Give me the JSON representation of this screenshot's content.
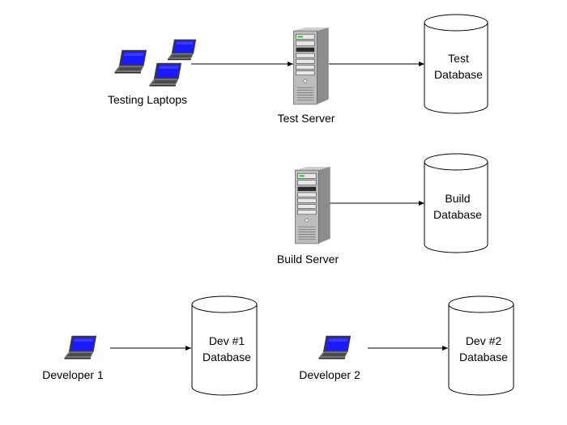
{
  "nodes": {
    "testing_laptops": {
      "label": "Testing Laptops"
    },
    "test_server": {
      "label": "Test Server"
    },
    "test_database": {
      "line1": "Test",
      "line2": "Database"
    },
    "build_server": {
      "label": "Build Server"
    },
    "build_database": {
      "line1": "Build",
      "line2": "Database"
    },
    "developer_1": {
      "label": "Developer 1"
    },
    "dev1_database": {
      "line1": "Dev #1",
      "line2": "Database"
    },
    "developer_2": {
      "label": "Developer 2"
    },
    "dev2_database": {
      "line1": "Dev #2",
      "line2": "Database"
    }
  },
  "edges": [
    {
      "from": "testing_laptops",
      "to": "test_server"
    },
    {
      "from": "test_server",
      "to": "test_database"
    },
    {
      "from": "build_server",
      "to": "build_database"
    },
    {
      "from": "developer_1",
      "to": "dev1_database"
    },
    {
      "from": "developer_2",
      "to": "dev2_database"
    }
  ],
  "colors": {
    "laptop_screen": "#1a1aff",
    "laptop_body": "#6a6a6a",
    "server_body": "#b5b5b5",
    "server_side": "#8a8a8a",
    "server_led": "#22cc22",
    "line": "#000000"
  },
  "icons": {
    "laptop": "laptop-icon",
    "server": "server-icon",
    "database": "database-cylinder-icon"
  }
}
